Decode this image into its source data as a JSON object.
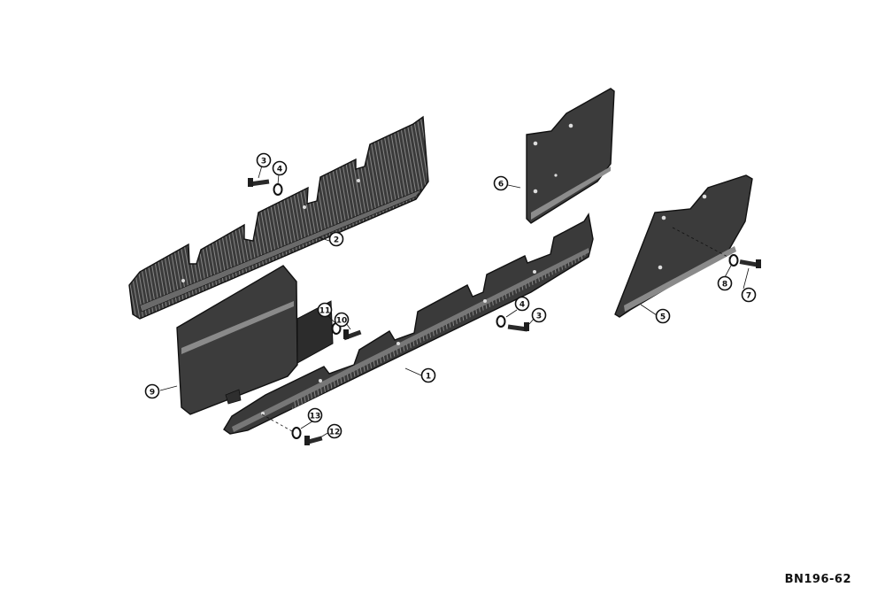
{
  "figure": {
    "code": "BN196-62"
  },
  "callouts": [
    {
      "id": "callout-1",
      "label": "1"
    },
    {
      "id": "callout-2",
      "label": "2"
    },
    {
      "id": "callout-3a",
      "label": "3"
    },
    {
      "id": "callout-4a",
      "label": "4"
    },
    {
      "id": "callout-3b",
      "label": "3"
    },
    {
      "id": "callout-4b",
      "label": "4"
    },
    {
      "id": "callout-5",
      "label": "5"
    },
    {
      "id": "callout-6",
      "label": "6"
    },
    {
      "id": "callout-7",
      "label": "7"
    },
    {
      "id": "callout-8",
      "label": "8"
    },
    {
      "id": "callout-9",
      "label": "9"
    },
    {
      "id": "callout-10",
      "label": "10"
    },
    {
      "id": "callout-11",
      "label": "11"
    },
    {
      "id": "callout-12",
      "label": "12"
    },
    {
      "id": "callout-13",
      "label": "13"
    }
  ],
  "colors": {
    "part_fill": "#3a3a3a",
    "part_dark": "#1e1e1e",
    "part_light": "#8a8a8a",
    "line": "#111111"
  }
}
